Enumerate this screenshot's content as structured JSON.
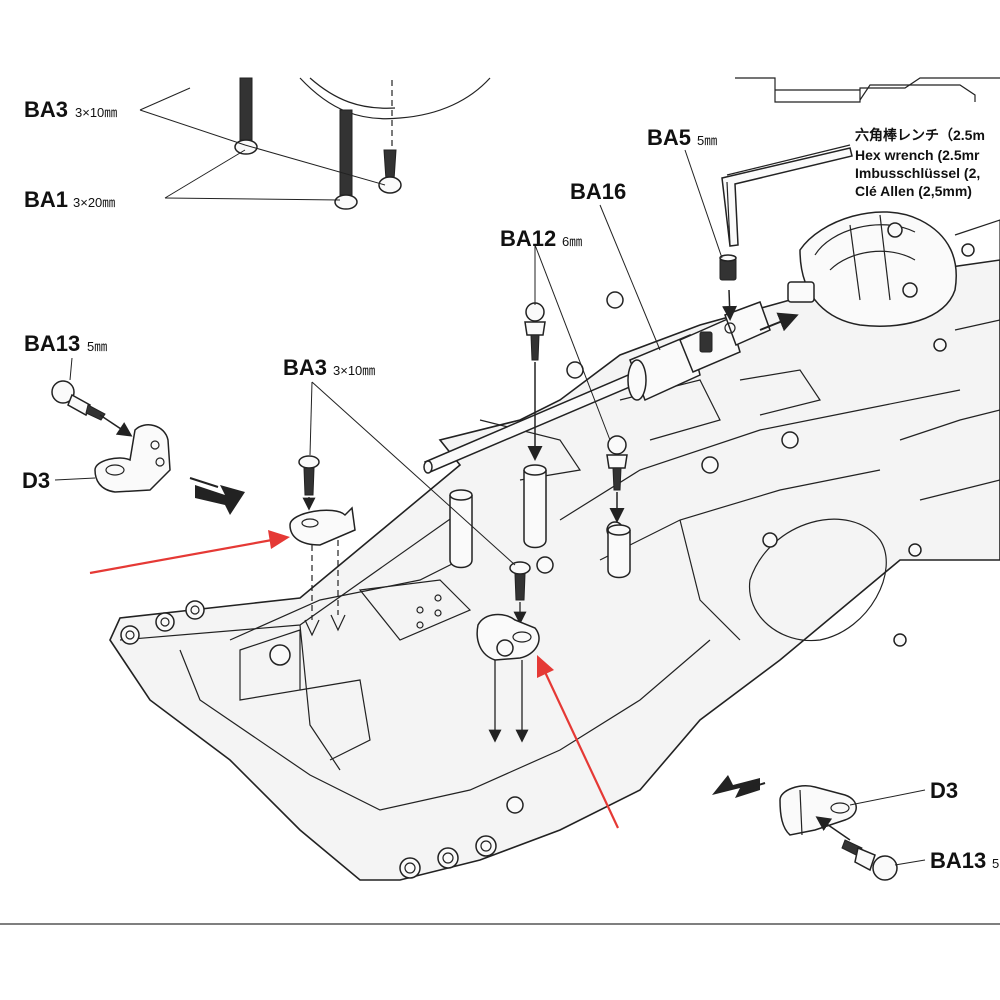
{
  "labels": {
    "ba3_top": {
      "code": "BA3",
      "size": "3×10㎜"
    },
    "ba1": {
      "code": "BA1",
      "size": "3×20㎜"
    },
    "ba13_left": {
      "code": "BA13",
      "size": "5㎜"
    },
    "d3_left": {
      "code": "D3"
    },
    "ba3_mid": {
      "code": "BA3",
      "size": "3×10㎜"
    },
    "ba12": {
      "code": "BA12",
      "size": "6㎜"
    },
    "ba16": {
      "code": "BA16"
    },
    "ba5": {
      "code": "BA5",
      "size": "5㎜"
    },
    "d3_right": {
      "code": "D3"
    },
    "ba13_right": {
      "code": "BA13",
      "size": "5"
    }
  },
  "tool": {
    "line_jp": "六角棒レンチ（2.5m",
    "line_en": "Hex wrench (2.5mr",
    "line_de": "Imbusschlüssel (2,",
    "line_fr": "Clé Allen (2,5mm)"
  },
  "colors": {
    "annotation_arrow": "#e53935",
    "line_art": "#222222",
    "background": "#ffffff"
  }
}
